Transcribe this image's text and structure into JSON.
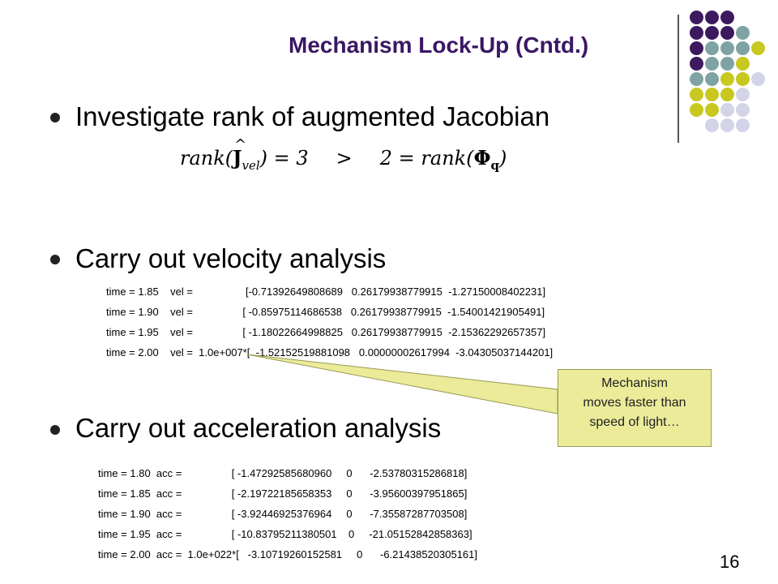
{
  "slide": {
    "title": "Mechanism Lock-Up (Cntd.)",
    "bullets": [
      "Investigate rank of augmented Jacobian",
      "Carry out velocity analysis",
      "Carry out acceleration analysis"
    ],
    "equation": {
      "left": "rank(",
      "J": "J",
      "J_sub": "vel",
      "mid": ") = 3",
      "relation": ">",
      "right_pre": "2 = rank(",
      "phi": "Φ",
      "phi_sub": "q",
      "right_post": ")"
    },
    "velocity_rows": [
      "time = 1.85    vel =                  [-0.71392649808689   0.26179938779915  -1.27150008402231]",
      "time = 1.90    vel =                 [ -0.85975114686538   0.26179938779915  -1.54001421905491]",
      "time = 1.95    vel =                 [ -1.18022664998825   0.26179938779915  -2.15362292657357]",
      "time = 2.00    vel =  1.0e+007*[  -1.52152519881098   0.00000002617994  -3.04305037144201]"
    ],
    "acceleration_rows": [
      "time = 1.80  acc =                 [ -1.47292585680960     0      -2.53780315286818]",
      "time = 1.85  acc =                 [ -2.19722185658353     0      -3.95600397951865]",
      "time = 1.90  acc =                 [ -3.92446925376964     0      -7.35587287703508]",
      "time = 1.95  acc =                 [ -10.83795211380501    0     -21.05152842858363]",
      "time = 2.00  acc =  1.0e+022*[   -3.10719260152581     0      -6.21438520305161]"
    ],
    "callout_lines": [
      "Mechanism",
      "moves faster than",
      "speed of light…"
    ],
    "page_number": "16"
  },
  "colors": {
    "title": "#3b1764",
    "dot_purple": "#3d1a5e",
    "dot_teal": "#7fa3a3",
    "dot_yellow": "#c8c820",
    "dot_lavender": "#d4d4e8",
    "callout_bg": "#ebeb9a"
  }
}
